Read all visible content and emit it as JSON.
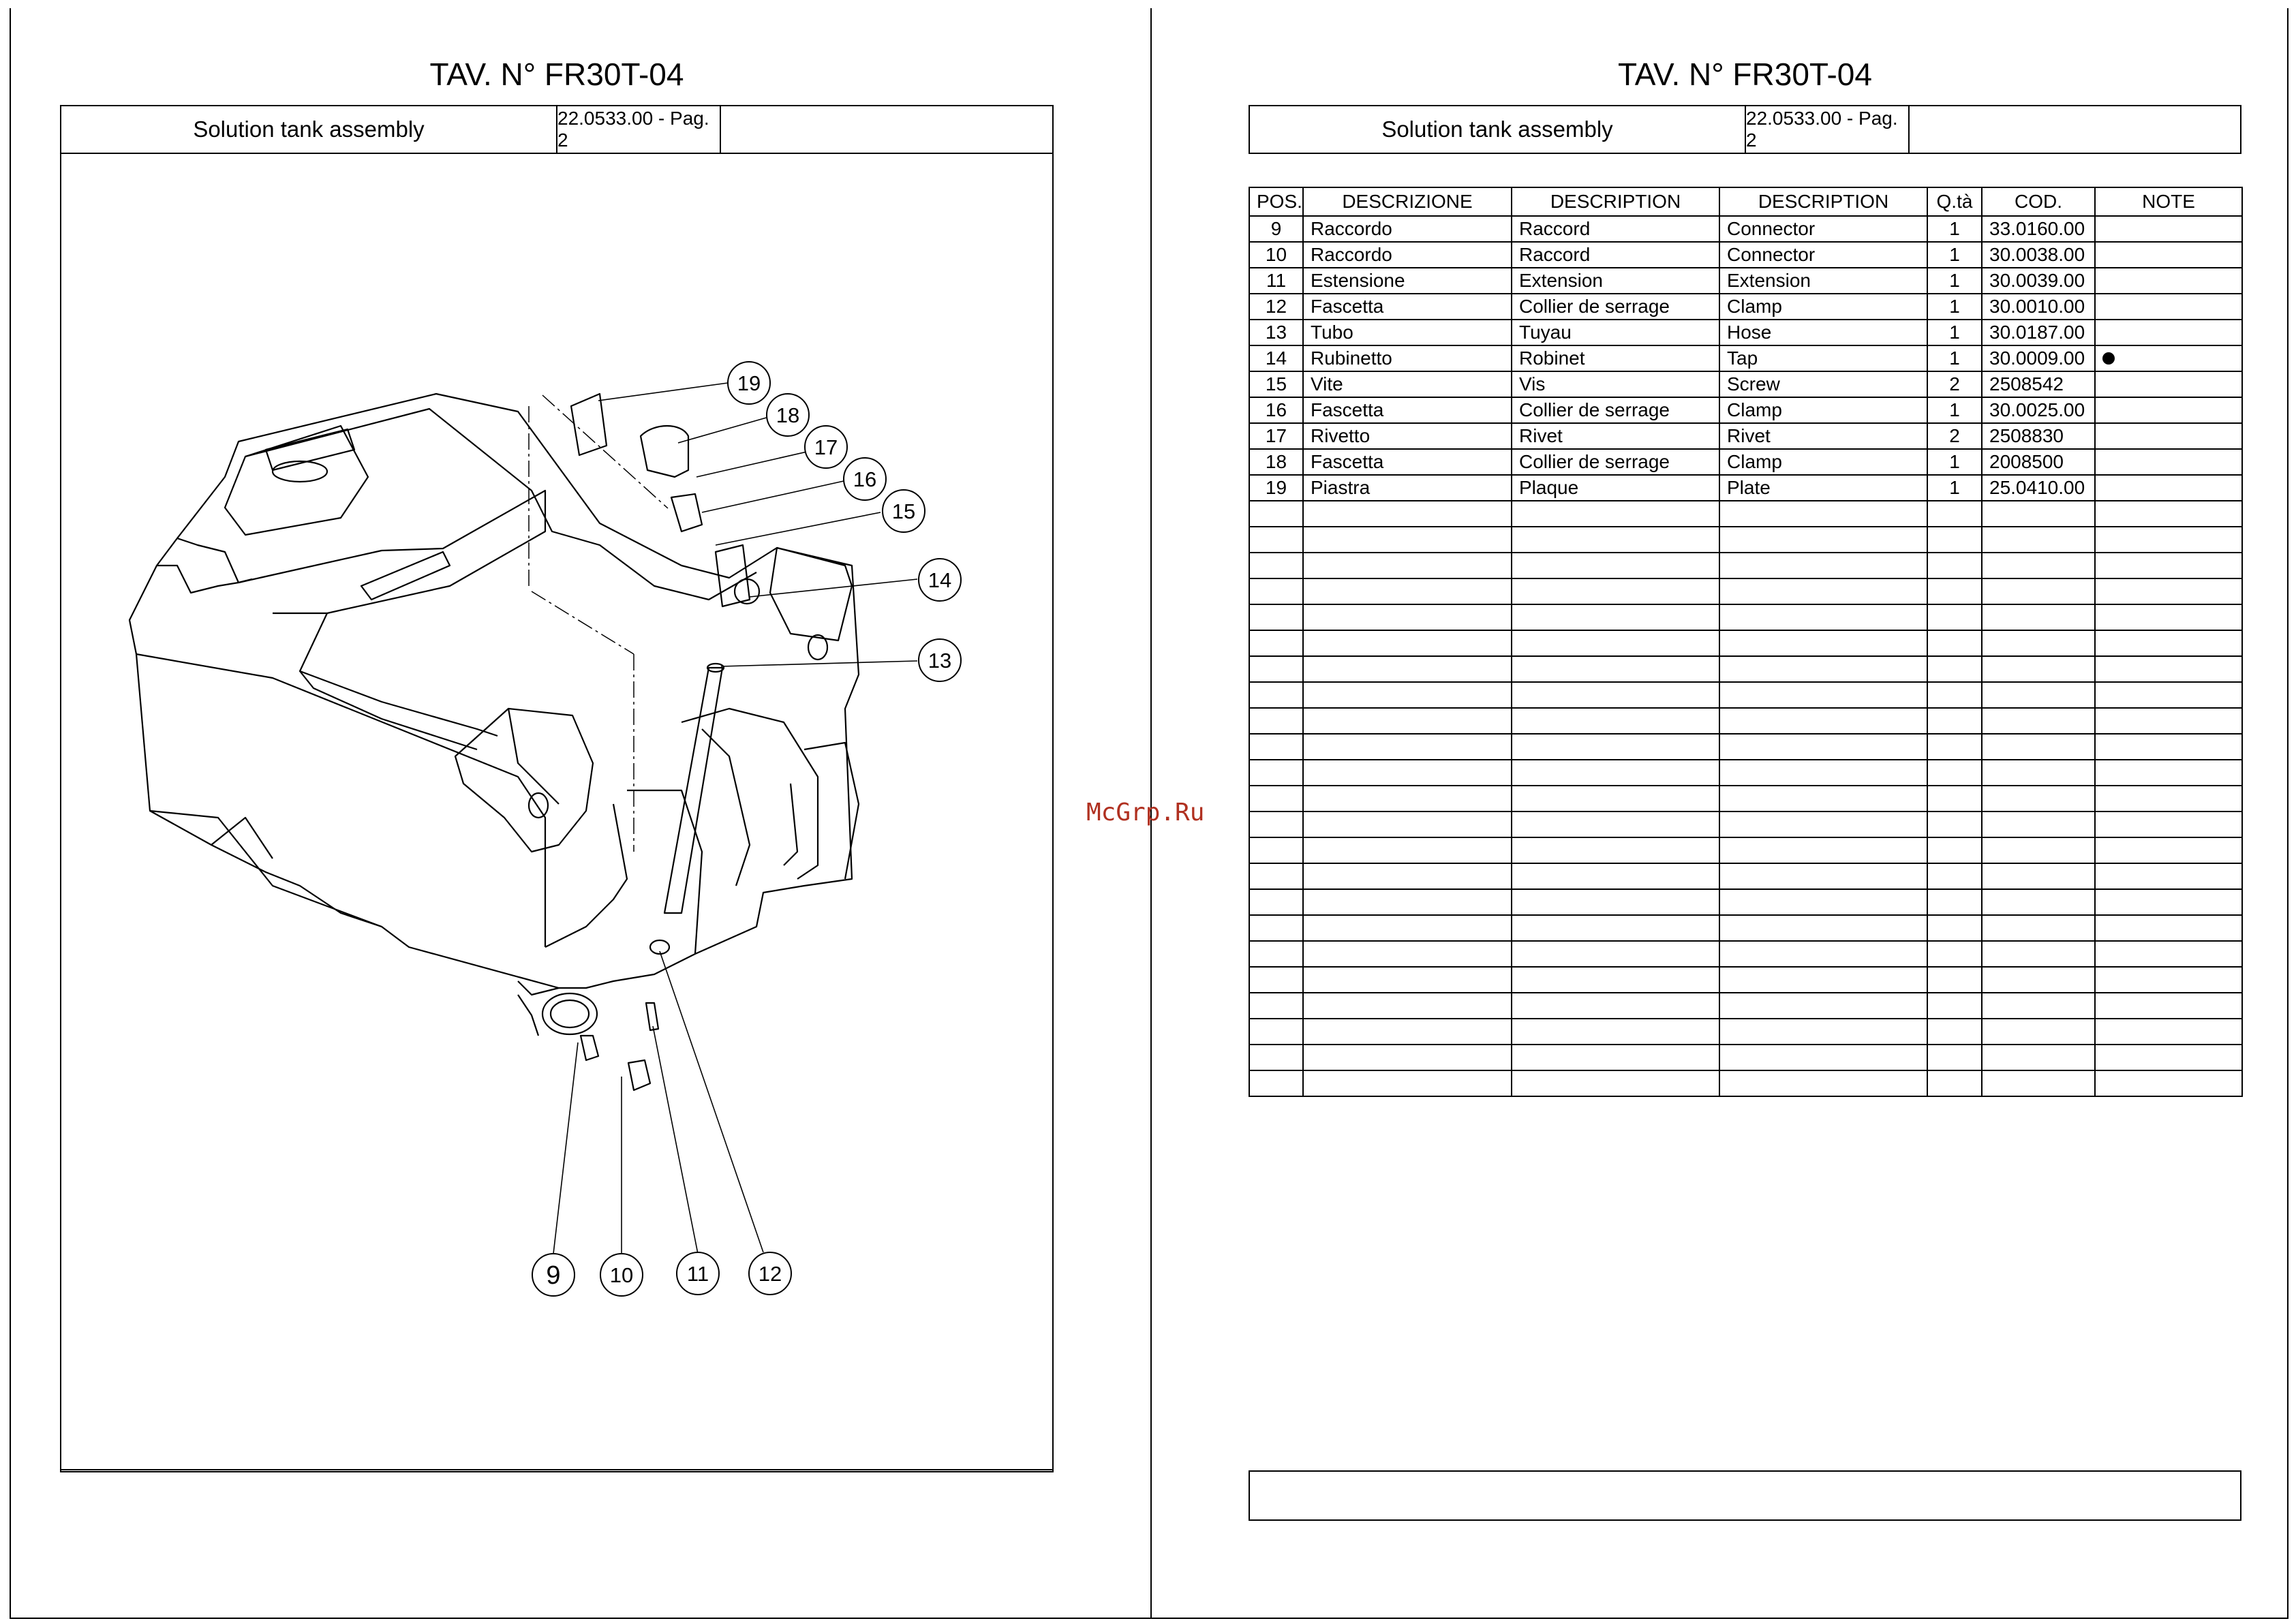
{
  "left_page": {
    "title": "TAV. N° FR30T-04",
    "header": {
      "name": "Solution tank assembly",
      "ref": "22.0533.00 - Pag. 2"
    },
    "callouts": [
      "9",
      "10",
      "11",
      "12",
      "13",
      "14",
      "15",
      "16",
      "17",
      "18",
      "19"
    ]
  },
  "right_page": {
    "title": "TAV. N° FR30T-04",
    "header": {
      "name": "Solution tank assembly",
      "ref": "22.0533.00 - Pag. 2"
    },
    "table": {
      "columns": [
        "POS.",
        "DESCRIZIONE",
        "DESCRIPTION",
        "DESCRIPTION",
        "Q.tà",
        "COD.",
        "NOTE"
      ],
      "rows": [
        {
          "pos": "9",
          "it": "Raccordo",
          "fr": "Raccord",
          "en": "Connector",
          "qty": "1",
          "code": "33.0160.00",
          "note": ""
        },
        {
          "pos": "10",
          "it": "Raccordo",
          "fr": "Raccord",
          "en": "Connector",
          "qty": "1",
          "code": "30.0038.00",
          "note": ""
        },
        {
          "pos": "11",
          "it": "Estensione",
          "fr": "Extension",
          "en": "Extension",
          "qty": "1",
          "code": "30.0039.00",
          "note": ""
        },
        {
          "pos": "12",
          "it": "Fascetta",
          "fr": "Collier de serrage",
          "en": "Clamp",
          "qty": "1",
          "code": "30.0010.00",
          "note": ""
        },
        {
          "pos": "13",
          "it": "Tubo",
          "fr": "Tuyau",
          "en": "Hose",
          "qty": "1",
          "code": "30.0187.00",
          "note": ""
        },
        {
          "pos": "14",
          "it": "Rubinetto",
          "fr": "Robinet",
          "en": "Tap",
          "qty": "1",
          "code": "30.0009.00",
          "note": "dot"
        },
        {
          "pos": "15",
          "it": "Vite",
          "fr": "Vis",
          "en": "Screw",
          "qty": "2",
          "code": "2508542",
          "note": ""
        },
        {
          "pos": "16",
          "it": "Fascetta",
          "fr": "Collier de serrage",
          "en": "Clamp",
          "qty": "1",
          "code": "30.0025.00",
          "note": ""
        },
        {
          "pos": "17",
          "it": "Rivetto",
          "fr": "Rivet",
          "en": "Rivet",
          "qty": "2",
          "code": "2508830",
          "note": ""
        },
        {
          "pos": "18",
          "it": "Fascetta",
          "fr": "Collier de serrage",
          "en": "Clamp",
          "qty": "1",
          "code": "2008500",
          "note": ""
        },
        {
          "pos": "19",
          "it": "Piastra",
          "fr": "Plaque",
          "en": "Plate",
          "qty": "1",
          "code": "25.0410.00",
          "note": ""
        }
      ]
    }
  },
  "watermark": "McGrp.Ru"
}
